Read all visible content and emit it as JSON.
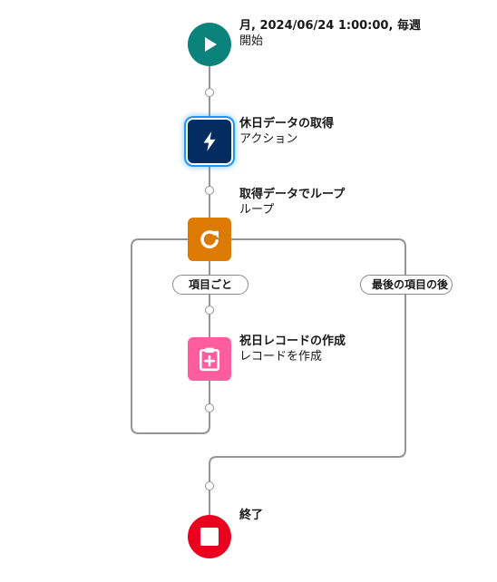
{
  "nodes": {
    "start": {
      "title": "月, 2024/06/24 1:00:00, 毎週",
      "subtitle": "開始",
      "icon": "play-icon",
      "color": "#0b827c"
    },
    "get_holidays": {
      "title": "休日データの取得",
      "subtitle": "アクション",
      "icon": "lightning-bolt-icon",
      "color": "#032d60"
    },
    "loop": {
      "title": "取得データでループ",
      "subtitle": "ループ",
      "icon": "loop-arrow-icon",
      "color": "#dd7a01"
    },
    "create_record": {
      "title": "祝日レコードの作成",
      "subtitle": "レコードを作成",
      "icon": "clipboard-add-icon",
      "color": "#ff5d9e"
    },
    "end": {
      "title": "終了",
      "icon": "stop-icon",
      "color": "#ea001e"
    }
  },
  "branches": {
    "for_each": "項目ごと",
    "after_last": "最後の項目の後"
  },
  "colors": {
    "connector": "#969492",
    "selection": "#1b96ff"
  }
}
